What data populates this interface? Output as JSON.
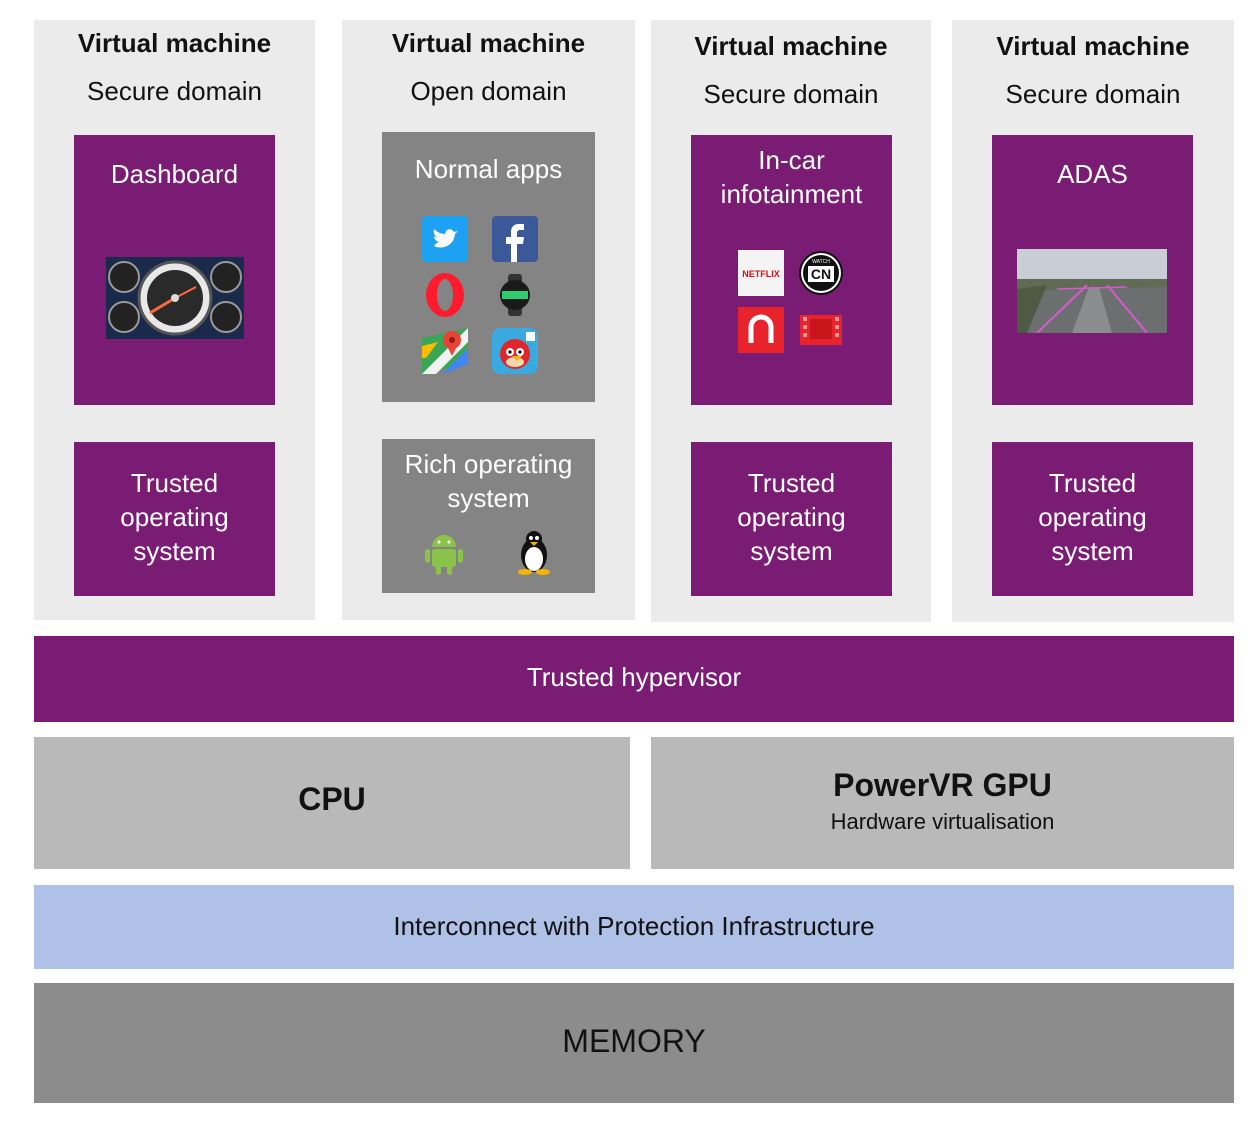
{
  "vms": [
    {
      "title": "Virtual machine",
      "domain": "Secure domain",
      "app_label": "Dashboard",
      "os_label": [
        "Trusted",
        "operating",
        "system"
      ]
    },
    {
      "title": "Virtual machine",
      "domain": "Open domain",
      "app_label": "Normal apps",
      "os_label": [
        "Rich operating",
        "system"
      ]
    },
    {
      "title": "Virtual machine",
      "domain": "Secure domain",
      "app_label": [
        "In-car",
        "infotainment"
      ],
      "os_label": [
        "Trusted",
        "operating",
        "system"
      ]
    },
    {
      "title": "Virtual machine",
      "domain": "Secure domain",
      "app_label": "ADAS",
      "os_label": [
        "Trusted",
        "operating",
        "system"
      ]
    }
  ],
  "icons": {
    "normal_apps": [
      "twitter-icon",
      "facebook-icon",
      "opera-icon",
      "smartwatch-icon",
      "google-maps-icon",
      "angry-birds-icon"
    ],
    "infotainment": [
      "netflix-icon",
      "cartoon-network-icon",
      "music-app-icon",
      "video-app-icon"
    ],
    "rich_os": [
      "android-icon",
      "linux-penguin-icon"
    ],
    "netflix_text": "NETFLIX",
    "cn_text": "CN",
    "watch_text": "WATCH"
  },
  "hypervisor": "Trusted hypervisor",
  "cpu": "CPU",
  "gpu": {
    "title": "PowerVR GPU",
    "subtitle": "Hardware virtualisation"
  },
  "interconnect": "Interconnect with Protection Infrastructure",
  "memory": "MEMORY",
  "colors": {
    "purple": "#7a1b74",
    "grey_box": "#848484",
    "vm_bg": "#ebebeb",
    "hw_bg": "#b9b9b9",
    "interconnect_bg": "#afc1e6",
    "memory_bg": "#8c8c8c"
  }
}
